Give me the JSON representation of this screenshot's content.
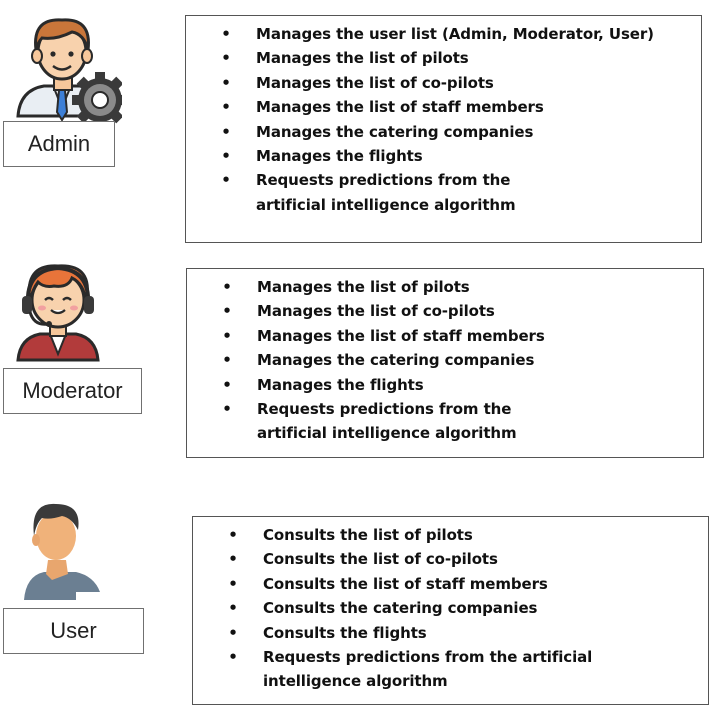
{
  "roles": [
    {
      "label": "Admin",
      "avatar_icon": "admin-gear-avatar-icon",
      "permissions": [
        "Manages the user list (Admin, Moderator, User)",
        "Manages the list of pilots",
        "Manages the list of co-pilots",
        "Manages the list of staff members",
        "Manages the catering companies",
        "Manages the flights",
        "Requests predictions from the artificial intelligence algorithm"
      ]
    },
    {
      "label": "Moderator",
      "avatar_icon": "moderator-headset-avatar-icon",
      "permissions": [
        "Manages the list of pilots",
        "Manages the list of co-pilots",
        "Manages the list of staff members",
        "Manages the catering companies",
        "Manages the flights",
        "Requests predictions from the artificial intelligence algorithm"
      ]
    },
    {
      "label": "User",
      "avatar_icon": "user-avatar-icon",
      "permissions": [
        "Consults the list of pilots",
        "Consults the list of co-pilots",
        "Consults the list of staff members",
        "Consults the catering companies",
        "Consults the flights",
        "Requests predictions from the artificial intelligence algorithm"
      ]
    }
  ],
  "colors": {
    "box_border": "#555555",
    "text": "#111111"
  }
}
